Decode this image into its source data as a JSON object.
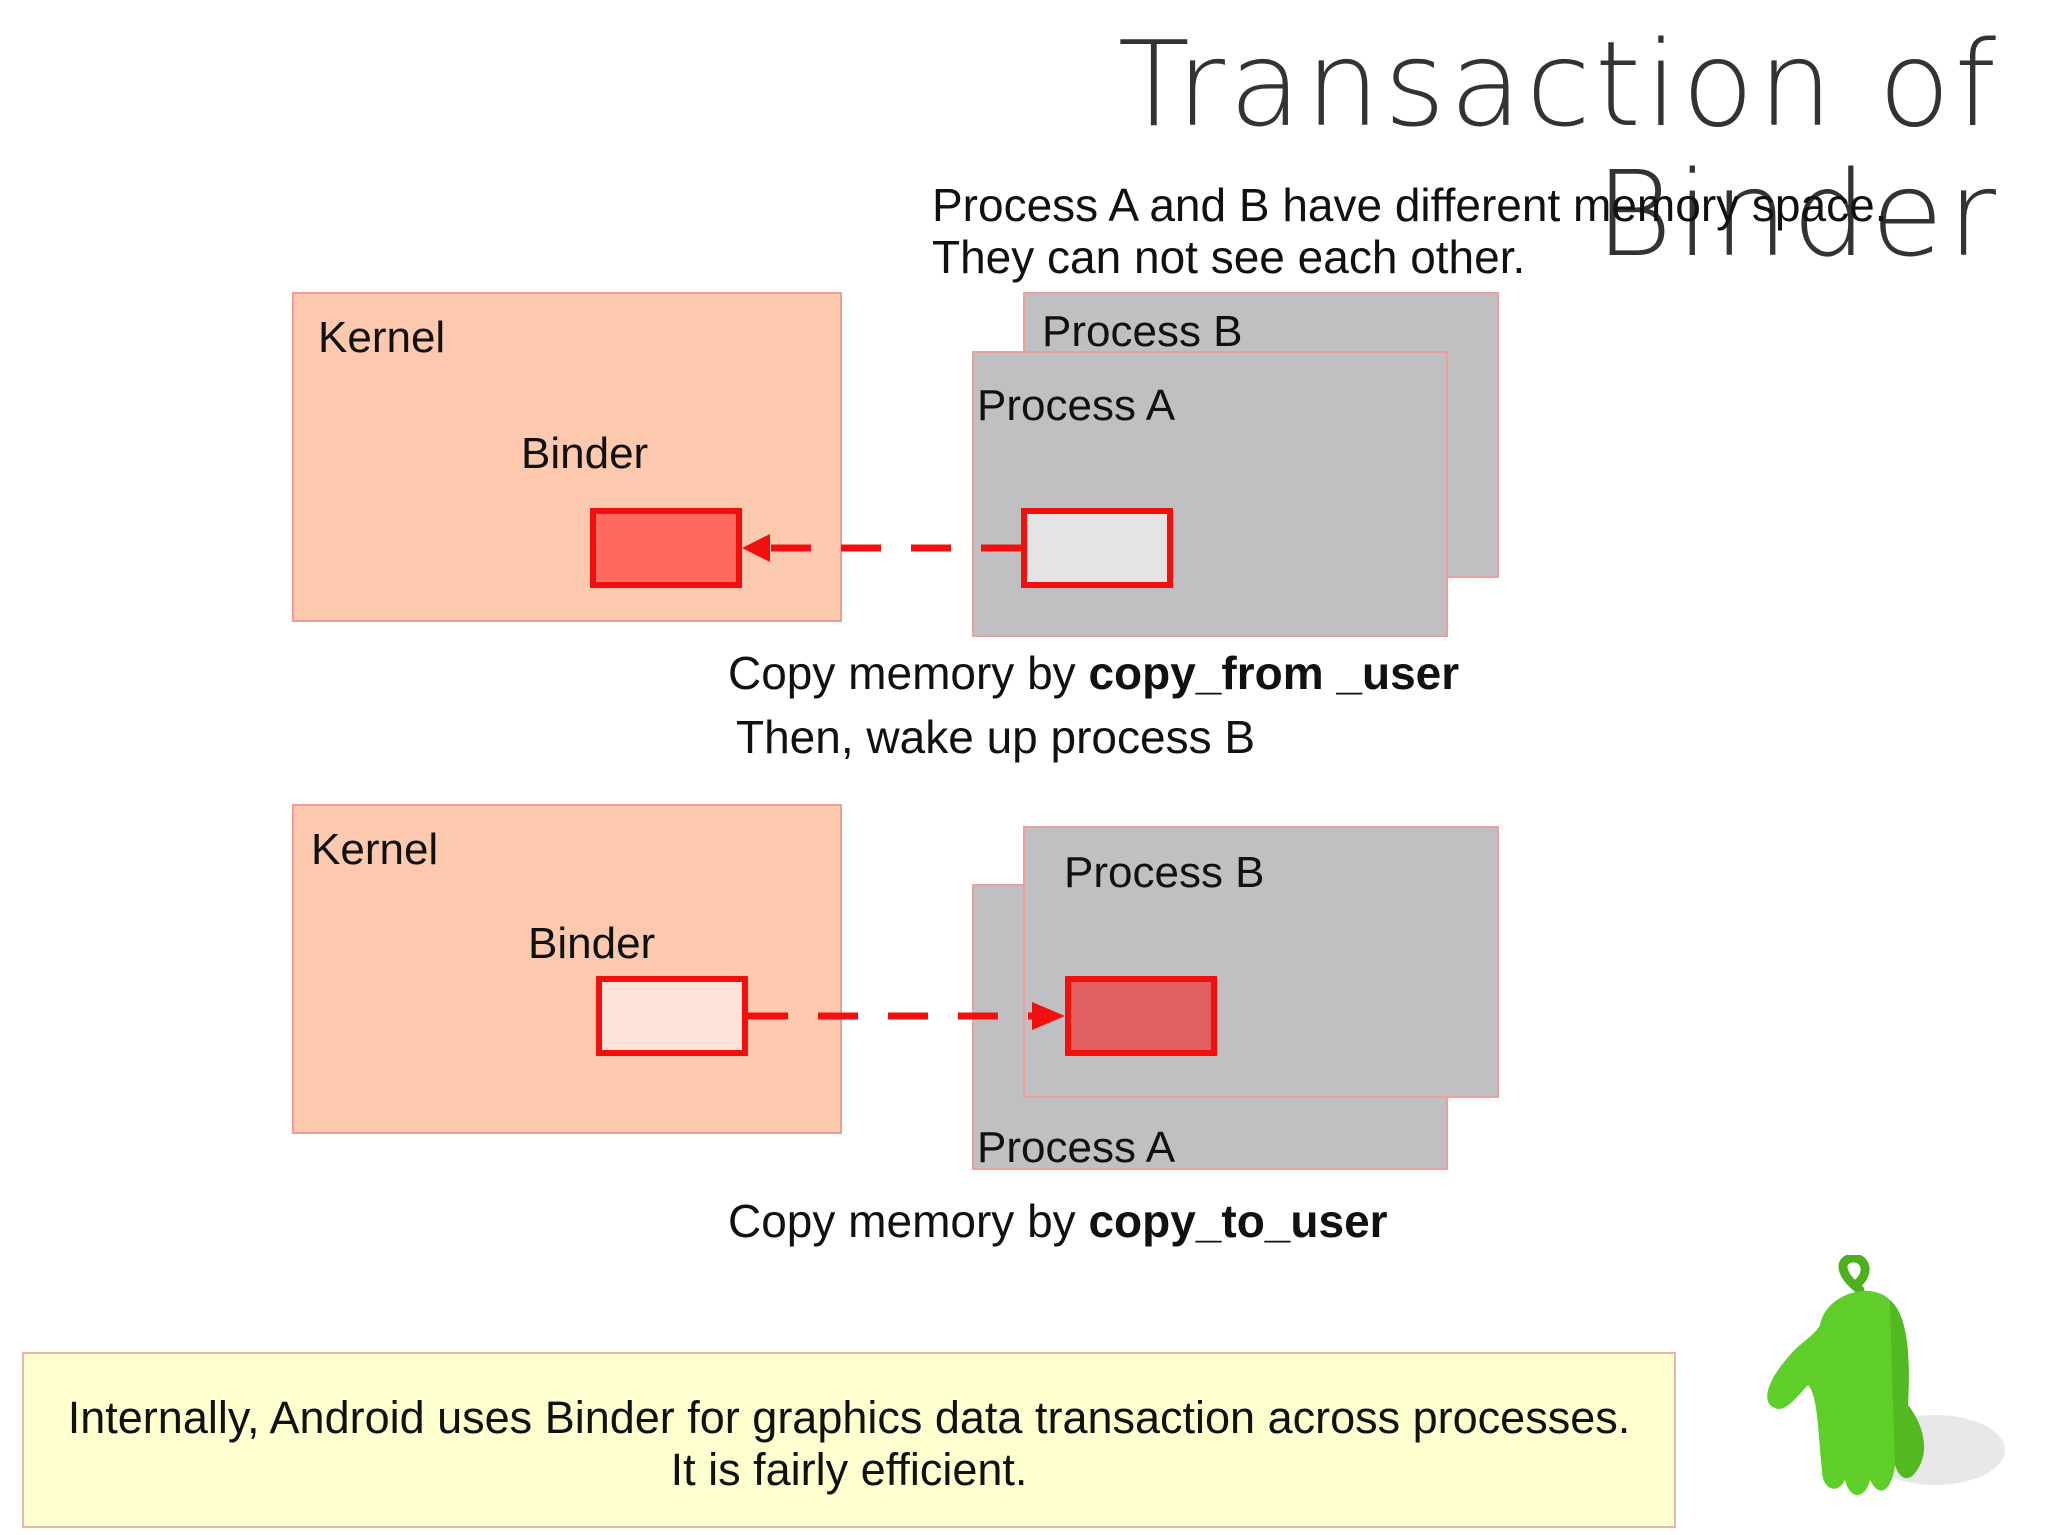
{
  "title": "Transaction of Binder",
  "intro": {
    "line1": "Process A and B have different memory space.",
    "line2": "They can not see each other."
  },
  "top_diagram": {
    "kernel_label": "Kernel",
    "binder_label": "Binder",
    "process_b_label": "Process B",
    "process_a_label": "Process A",
    "caption_prefix": "Copy memory by ",
    "caption_func": "copy_from _user",
    "caption_line2": "Then, wake up process B"
  },
  "bottom_diagram": {
    "kernel_label": "Kernel",
    "binder_label": "Binder",
    "process_b_label": "Process B",
    "process_a_label": "Process A",
    "caption_prefix": "Copy memory by ",
    "caption_func": "copy_to_user"
  },
  "note": {
    "line1": "Internally, Android uses Binder for graphics data transaction across processes.",
    "line2": "It is fairly efficient."
  },
  "colors": {
    "kernel_fill": "#fcc8ae",
    "process_fill": "#c0c0c2",
    "buffer_border": "#f20f0f",
    "arrow": "#f20f0f",
    "note_fill": "#fefecf",
    "mascot": "#5fce2a"
  },
  "icons": {
    "mascot": "android-mascot-icon"
  }
}
